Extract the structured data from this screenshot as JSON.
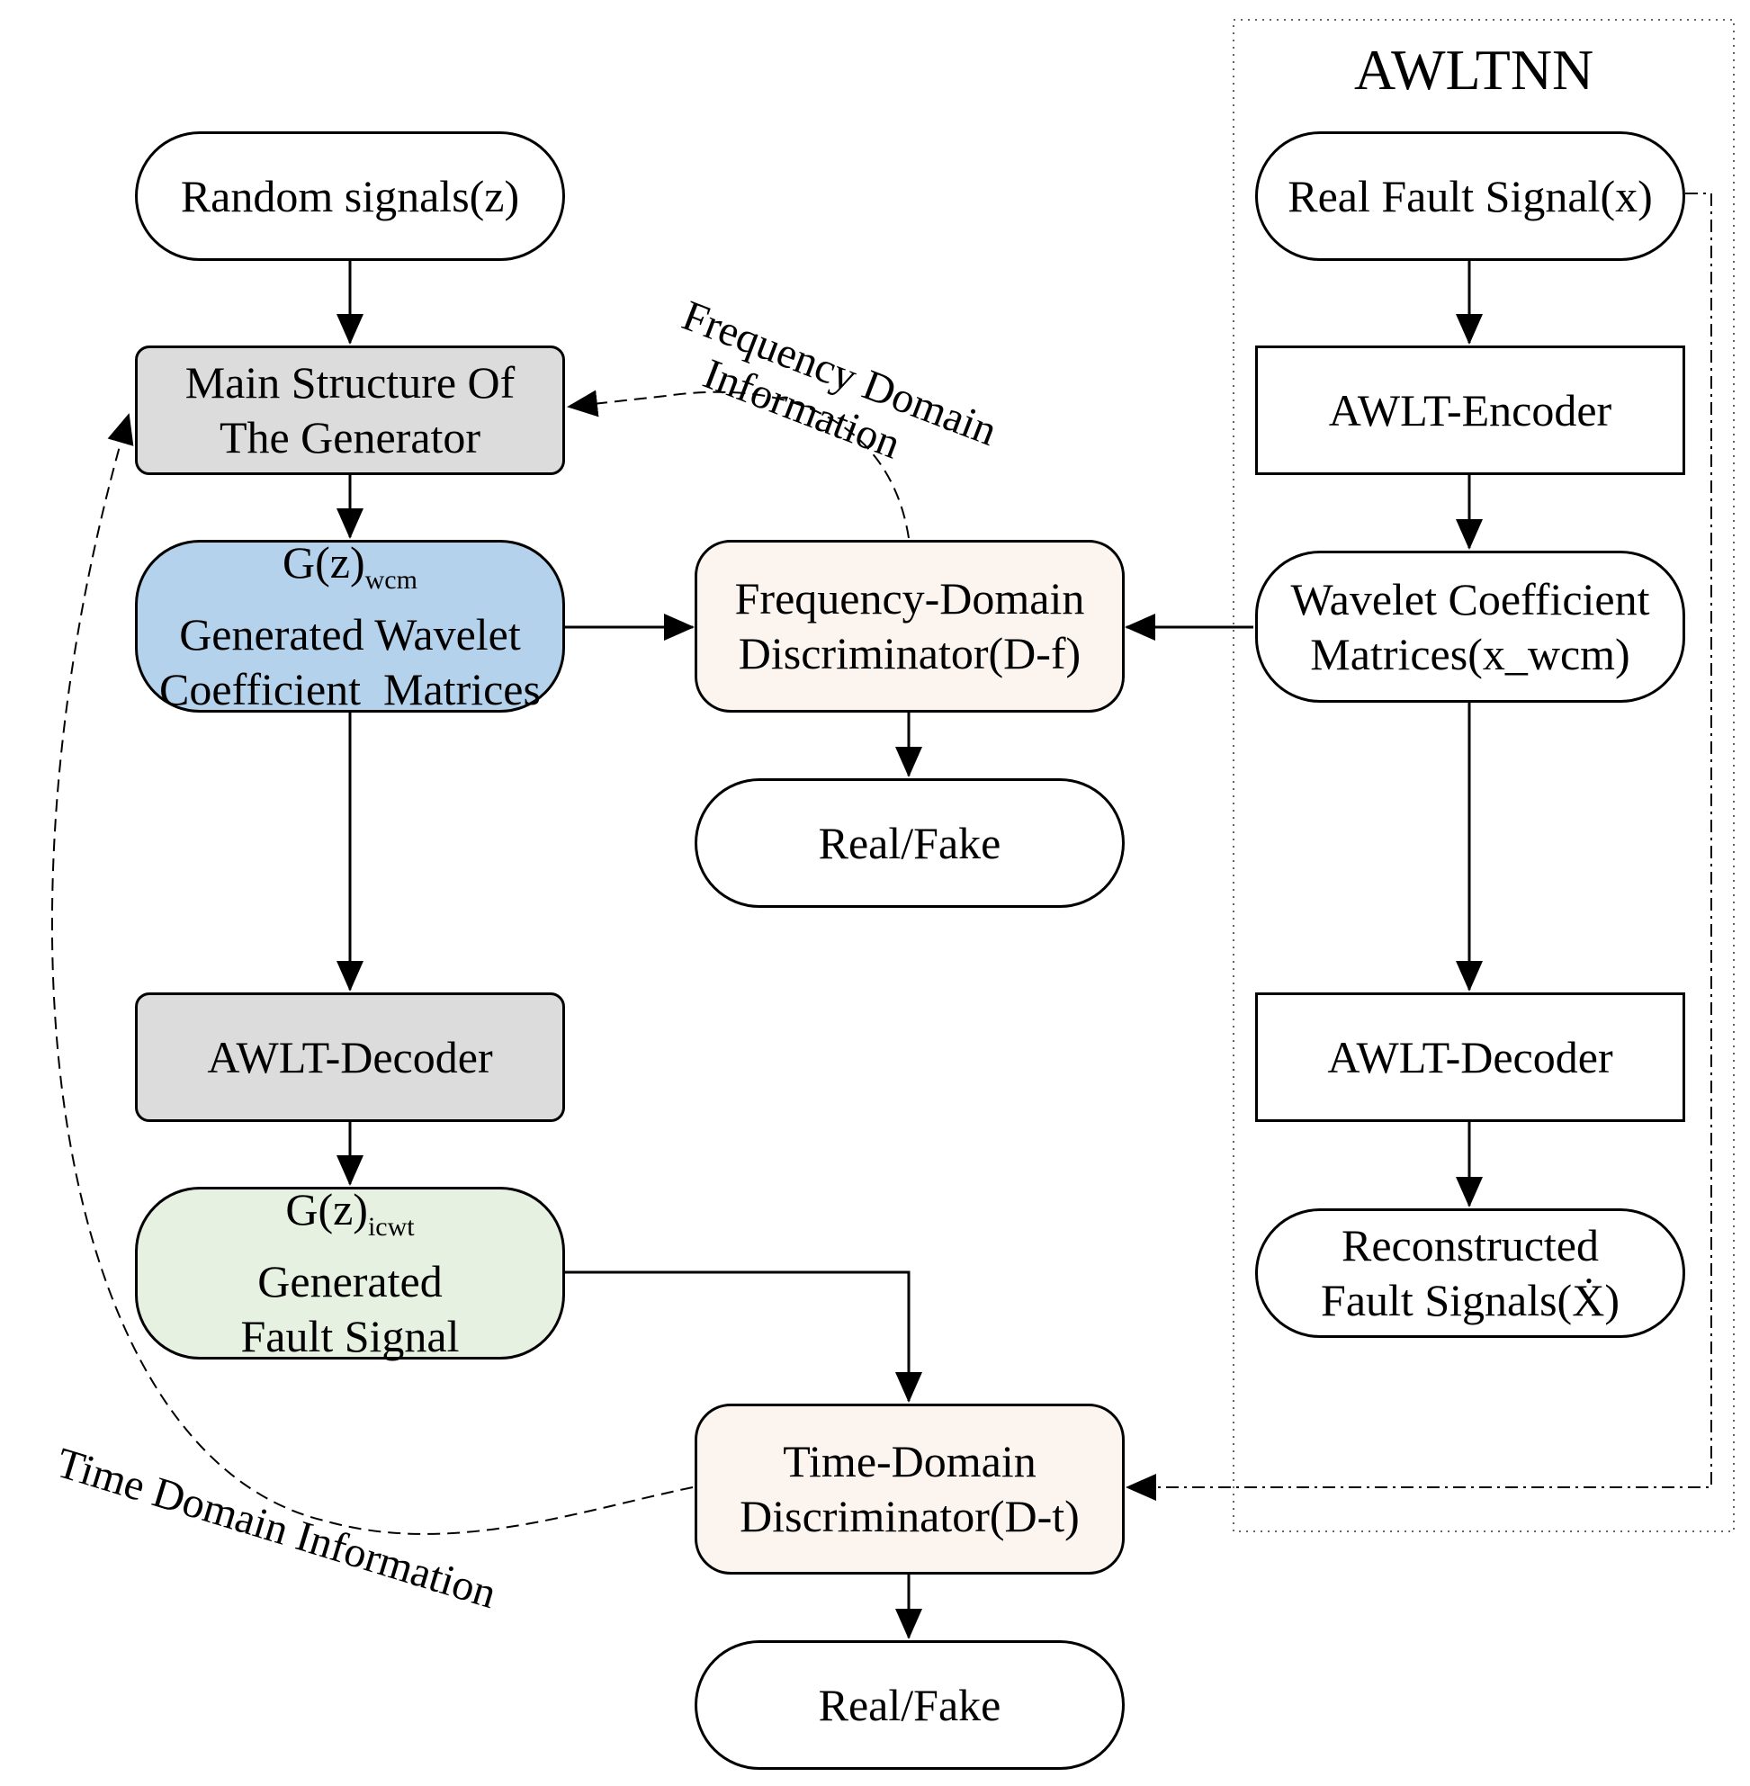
{
  "diagram": {
    "title": "AWLTNN",
    "nodes": {
      "random_signals": {
        "text": "Random signals(z)"
      },
      "main_structure": {
        "line1": "Main Structure Of",
        "line2": "The Generator"
      },
      "gen_wcm": {
        "main": "G(z)",
        "sub": "wcm",
        "line2": "Generated Wavelet",
        "line3": "Coefficient  Matrices"
      },
      "decoder_left": {
        "text": "AWLT-Decoder"
      },
      "gen_icwt": {
        "main": "G(z)",
        "sub": "icwt",
        "line2": "Generated",
        "line3": "Fault Signal"
      },
      "freq_disc": {
        "line1": "Frequency-Domain",
        "line2": "Discriminator(D-f)"
      },
      "real_fake_top": {
        "text": "Real/Fake"
      },
      "time_disc": {
        "line1": "Time-Domain",
        "line2": "Discriminator(D-t)"
      },
      "real_fake_bottom": {
        "text": "Real/Fake"
      },
      "real_fault": {
        "text": "Real Fault Signal(x)"
      },
      "encoder": {
        "text": "AWLT-Encoder"
      },
      "wavelet_matrices": {
        "line1": "Wavelet Coefficient",
        "line2": "Matrices(x_wcm)"
      },
      "decoder_right": {
        "text": "AWLT-Decoder"
      },
      "reconstructed": {
        "line1": "Reconstructed",
        "line2": "Fault Signals(Ẋ)"
      }
    },
    "edge_labels": {
      "frequency_info": {
        "line1": "Frequency Domain",
        "line2": "Information"
      },
      "time_info": "Time Domain Information"
    },
    "colors": {
      "gray_fill": "#dcdcdc",
      "blue_fill": "#b5d2ec",
      "green_fill": "#e6f1e1",
      "peach_fill": "#fcf4ef",
      "stroke": "#000000"
    }
  }
}
